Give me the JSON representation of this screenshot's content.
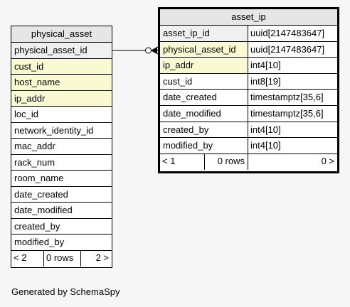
{
  "physical_asset": {
    "title": "physical_asset",
    "columns": [
      {
        "name": "physical_asset_id",
        "kind": "pk"
      },
      {
        "name": "cust_id",
        "kind": "fk"
      },
      {
        "name": "host_name",
        "kind": "fk"
      },
      {
        "name": "ip_addr",
        "kind": "fk"
      },
      {
        "name": "loc_id",
        "kind": "plain"
      },
      {
        "name": "network_identity_id",
        "kind": "plain"
      },
      {
        "name": "mac_addr",
        "kind": "plain"
      },
      {
        "name": "rack_num",
        "kind": "plain"
      },
      {
        "name": "room_name",
        "kind": "plain"
      },
      {
        "name": "date_created",
        "kind": "plain"
      },
      {
        "name": "date_modified",
        "kind": "plain"
      },
      {
        "name": "created_by",
        "kind": "plain"
      },
      {
        "name": "modified_by",
        "kind": "plain"
      }
    ],
    "footer": {
      "parents": "< 2",
      "rows": "0 rows",
      "children": "2 >"
    }
  },
  "asset_ip": {
    "title": "asset_ip",
    "columns": [
      {
        "name": "asset_ip_id",
        "type": "uuid[2147483647]",
        "kind": "pk"
      },
      {
        "name": "physical_asset_id",
        "type": "uuid[2147483647]",
        "kind": "fk"
      },
      {
        "name": "ip_addr",
        "type": "int4[10]",
        "kind": "fk"
      },
      {
        "name": "cust_id",
        "type": "int8[19]",
        "kind": "plain"
      },
      {
        "name": "date_created",
        "type": "timestamptz[35,6]",
        "kind": "plain"
      },
      {
        "name": "date_modified",
        "type": "timestamptz[35,6]",
        "kind": "plain"
      },
      {
        "name": "created_by",
        "type": "int4[10]",
        "kind": "plain"
      },
      {
        "name": "modified_by",
        "type": "int4[10]",
        "kind": "plain"
      }
    ],
    "footer": {
      "parents": "< 1",
      "rows": "0 rows",
      "children": "0 >"
    }
  },
  "caption": "Generated by SchemaSpy",
  "colors": {
    "background": "#f6f6f6",
    "header": "#e6e6e6",
    "primary_key": "#f0f0f0",
    "foreign_key": "#fafad2",
    "line": "#000000"
  }
}
